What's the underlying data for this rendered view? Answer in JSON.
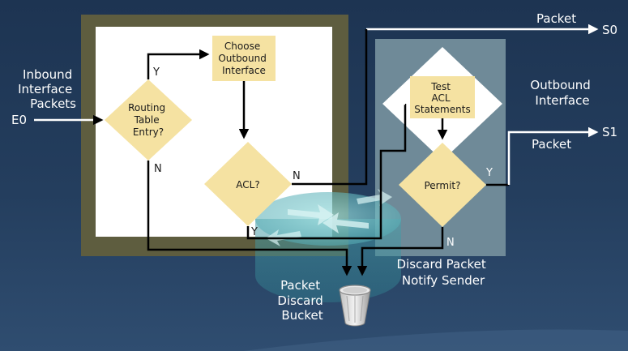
{
  "inbound": {
    "lines": [
      "Inbound",
      "Interface",
      "Packets"
    ],
    "port": "E0"
  },
  "outbound_interface": {
    "lines": [
      "Outbound",
      "Interface"
    ]
  },
  "nodes": {
    "routing": [
      "Routing",
      "Table",
      "Entry?"
    ],
    "choose": [
      "Choose",
      "Outbound",
      "Interface"
    ],
    "acl": [
      "ACL?"
    ],
    "test": [
      "Test",
      "ACL",
      "Statements"
    ],
    "permit": [
      "Permit?"
    ]
  },
  "branches": {
    "routing_yes": "Y",
    "routing_no": "N",
    "acl_no": "N",
    "acl_yes": "Y",
    "permit_yes": "Y",
    "permit_no": "N"
  },
  "outputs": {
    "s0_label": "Packet",
    "s0_port": "S0",
    "s1_label": "Packet",
    "s1_port": "S1"
  },
  "discard": {
    "lines": [
      "Discard Packet",
      "Notify Sender"
    ]
  },
  "bucket": {
    "lines": [
      "Packet",
      "Discard",
      "Bucket"
    ]
  },
  "colors": {
    "background": "#1d3452",
    "frame": "#5e5d3f",
    "panel": "#ffffff",
    "outbound_panel": "#6f8a98",
    "node_fill": "#f5e2a2",
    "arrow": "#000000",
    "arrow_light": "#ffffff"
  },
  "icons": [
    "router-icon",
    "trash-bin-icon"
  ]
}
